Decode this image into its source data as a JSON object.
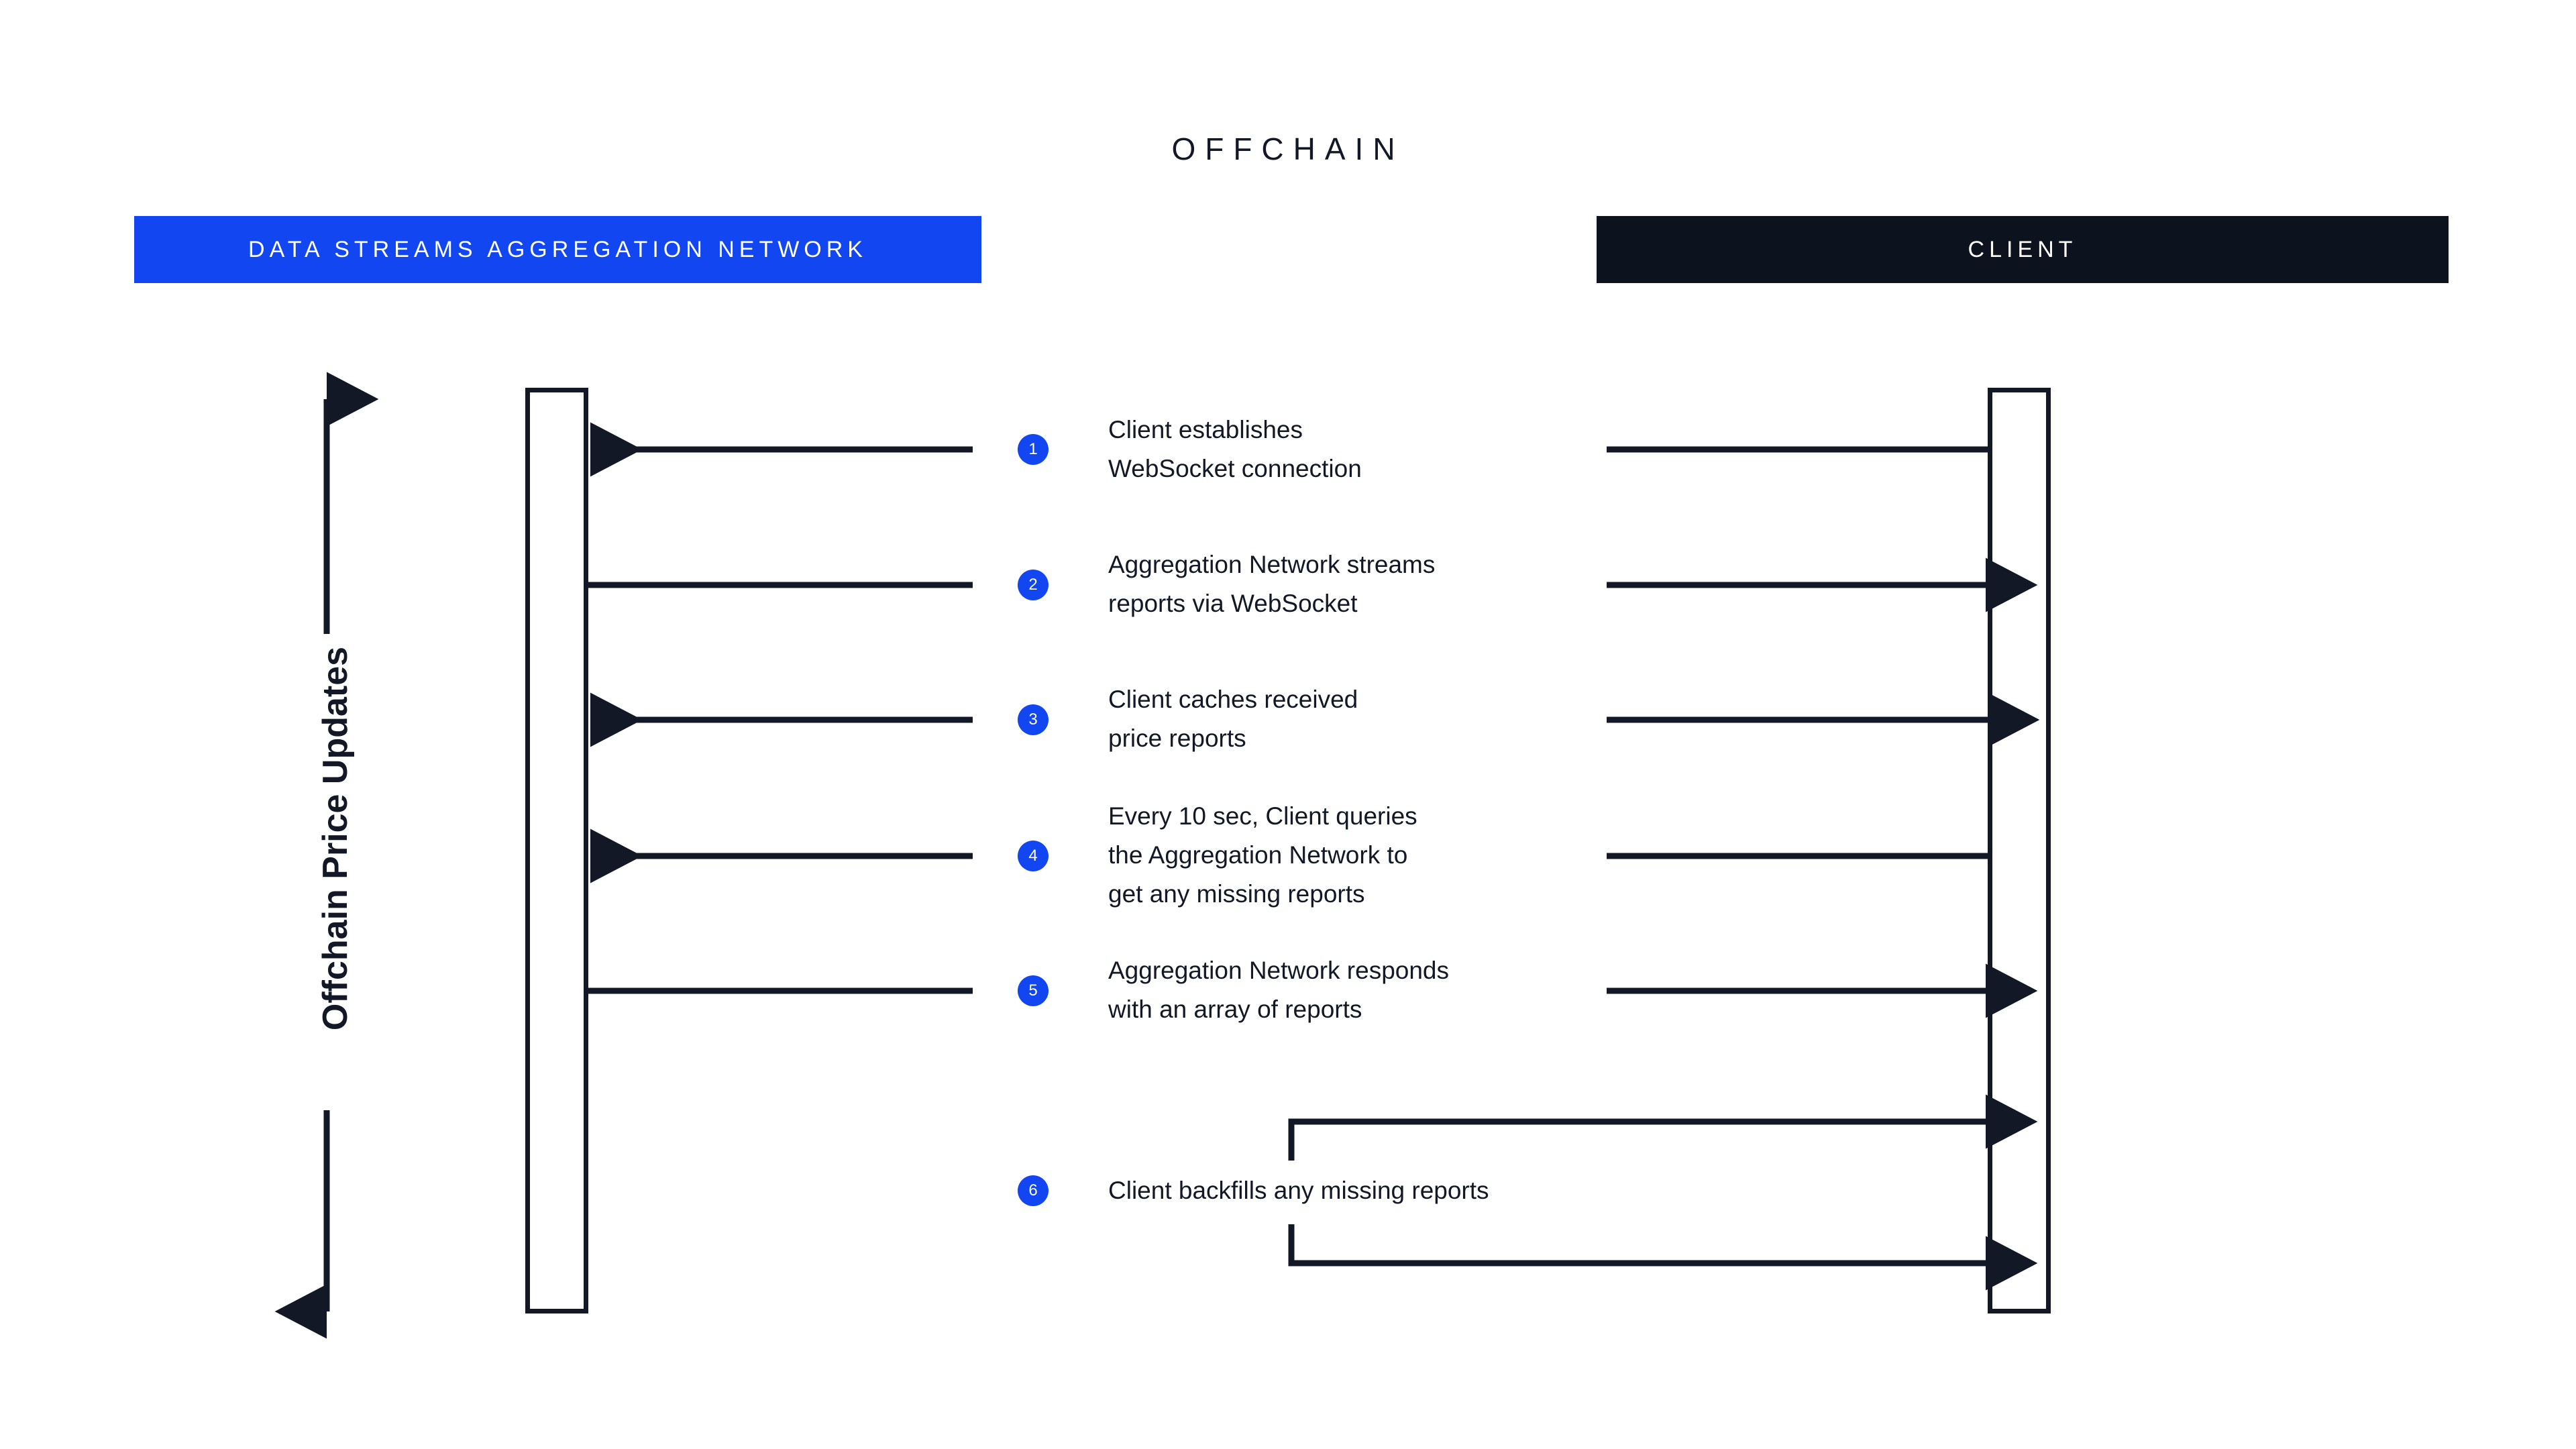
{
  "diagram": {
    "title": "OFFCHAIN",
    "accent_blue": "#1146F0",
    "dark": "#0D121F",
    "background": "#FFFFFF",
    "line_color": "#121826"
  },
  "lanes": {
    "left": {
      "label": "DATA STREAMS AGGREGATION NETWORK",
      "bar_color": "#1146F0",
      "text_color": "#FFFFFF"
    },
    "right": {
      "label": "CLIENT",
      "bar_color": "#0D121F",
      "text_color": "#FFFFFF"
    }
  },
  "axis": {
    "label": "Offchain Price Updates",
    "top_arrow": "up-arrow-icon",
    "bottom_arrow": "down-arrow-icon"
  },
  "steps": [
    {
      "number": "1",
      "text": "Client establishes\nWebSocket connection"
    },
    {
      "number": "2",
      "text": "Aggregation Network streams\nreports via WebSocket"
    },
    {
      "number": "3",
      "text": "Client caches received\nprice reports"
    },
    {
      "number": "4",
      "text": "Every 10 sec, Client queries\nthe Aggregation Network to\nget any missing reports"
    },
    {
      "number": "5",
      "text": "Aggregation Network responds\nwith an array of reports"
    },
    {
      "number": "6",
      "text": "Client backfills any missing reports"
    }
  ]
}
